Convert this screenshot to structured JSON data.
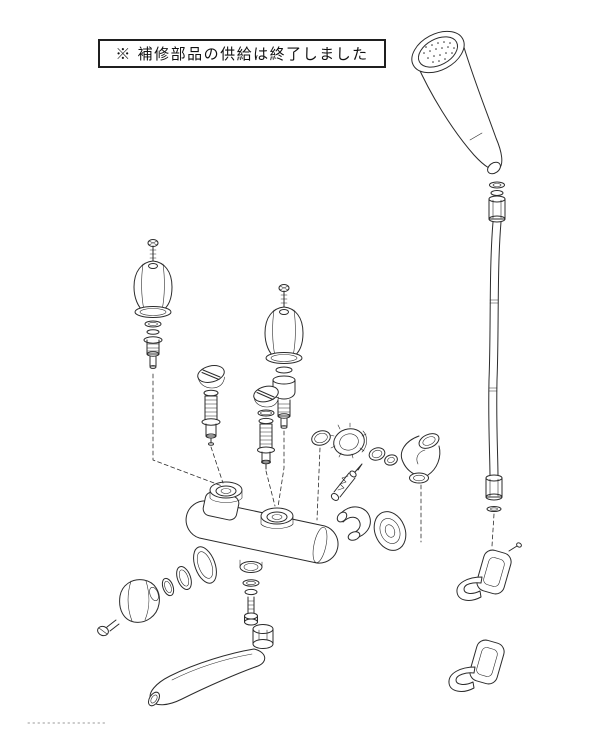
{
  "notice": {
    "text": "※ 補修部品の供給は終了しました"
  },
  "diagram": {
    "type": "exploded-parts-view",
    "line_color": "#2b2b2b",
    "background_color": "#ffffff",
    "parts": [
      "shower-head",
      "shower-hose",
      "hose-coupling",
      "hose-washer",
      "handle-screw-left",
      "handle-left",
      "handle-valve-left",
      "handle-screw-center",
      "handle-center",
      "valve-bonnet-center",
      "slotted-plug-a",
      "slotted-plug-b",
      "o-ring",
      "cap-nut",
      "packing-washers",
      "check-valve-spindle",
      "crank-pipe",
      "wall-flange",
      "wall-elbow",
      "faucet-body",
      "body-outlet-screw",
      "left-flange-disc",
      "left-packing-rings",
      "left-cap",
      "left-screw",
      "spout-nut",
      "spout",
      "shower-hanger-upper",
      "shower-hanger-lower"
    ]
  }
}
